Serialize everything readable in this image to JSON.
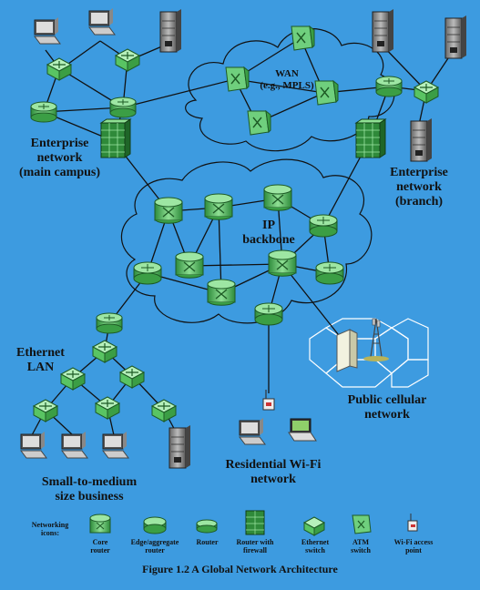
{
  "labels": {
    "wan_title": "WAN",
    "wan_sub": "(e.g., MPLS)",
    "enterprise_main": "Enterprise\nnetwork\n(main campus)",
    "enterprise_branch": "Enterprise\nnetwork\n(branch)",
    "ip_backbone": "IP\nbackbone",
    "ethernet_lan": "Ethernet\nLAN",
    "public_cellular": "Public cellular\nnetwork",
    "residential_wifi": "Residential Wi-Fi\nnetwork",
    "small_business": "Small-to-medium\nsize business"
  },
  "legend": {
    "title": "Networking\nicons:",
    "items": [
      "Core\nrouter",
      "Edge/aggregate\nrouter",
      "Router",
      "Router with\nfirewall",
      "Ethernet\nswitch",
      "ATM\nswitch",
      "Wi-Fi access\npoint"
    ]
  },
  "caption": "Figure 1.2  A Global Network Architecture",
  "icons": [
    "pc-icon",
    "server-icon",
    "ethernet-switch-icon",
    "router-icon",
    "core-router-icon",
    "edge-router-icon",
    "router-firewall-icon",
    "atm-switch-icon",
    "wifi-ap-icon",
    "laptop-icon",
    "cell-tower-icon",
    "building-icon"
  ],
  "colors": {
    "background": "#3d9be0",
    "device_green": "#59c463",
    "device_dark": "#2f8a3a",
    "switch_green": "#6fcf7d"
  }
}
